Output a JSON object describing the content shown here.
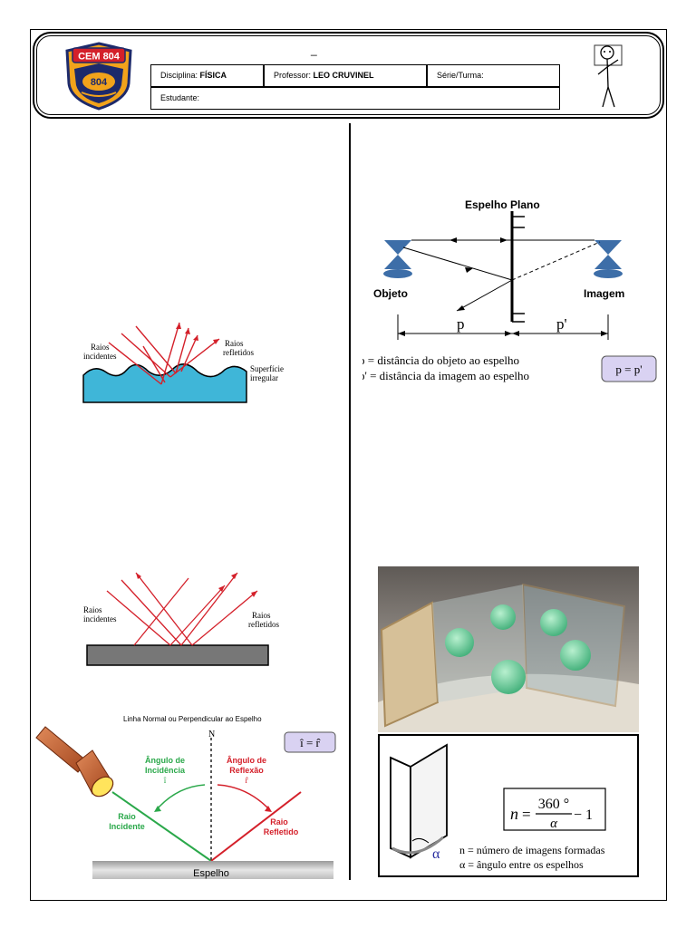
{
  "header": {
    "dash": "_",
    "logo_text_top": "CEM 804",
    "logo_text_mid": "804",
    "disciplina_label": "Disciplina:",
    "disciplina_value": "FÍSICA",
    "professor_label": "Professor:",
    "professor_value": "LEO CRUVINEL",
    "serie_label": "Série/Turma:",
    "estudante_label": "Estudante:"
  },
  "diffuse": {
    "incident_label_1": "Raios",
    "incident_label_2": "incidentes",
    "reflected_label_1": "Raios",
    "reflected_label_2": "refletidos",
    "surface_label_1": "Superfície",
    "surface_label_2": "irregular"
  },
  "regular": {
    "incident_label_1": "Raios",
    "incident_label_2": "incidentes",
    "reflected_label_1": "Raios",
    "reflected_label_2": "refletidos"
  },
  "law": {
    "title": "Linha Normal ou Perpendicular ao Espelho",
    "normal": "N",
    "formula": "î = r̂",
    "incidence_1": "Ângulo de",
    "incidence_2": "Incidência",
    "incidence_3": "î",
    "reflection_1": "Ângulo de",
    "reflection_2": "Reflexão",
    "reflection_3": "r̂",
    "ray_in_1": "Raio",
    "ray_in_2": "Incidente",
    "ray_out_1": "Raio",
    "ray_out_2": "Refletido",
    "mirror": "Espelho"
  },
  "plane_mirror": {
    "title": "Espelho Plano",
    "object": "Objeto",
    "image": "Imagem",
    "p": "p",
    "p_prime": "p'",
    "def_p": "p = distância do objeto ao espelho",
    "def_pp": "p' = distância da imagem ao espelho",
    "formula": "p = p'"
  },
  "angled_mirrors": {
    "formula_n": "n",
    "formula_eq": "=",
    "formula_num": "360 °",
    "formula_den": "α",
    "formula_minus": "− 1",
    "alpha": "α",
    "def_n": "n = número de imagens formadas",
    "def_alpha": "α = ângulo entre os espelhos"
  },
  "colors": {
    "red_ray": "#d4202a",
    "green_ray": "#2aa84a",
    "water": "#3fb6d8",
    "formula_box": "#d9d2f2"
  }
}
